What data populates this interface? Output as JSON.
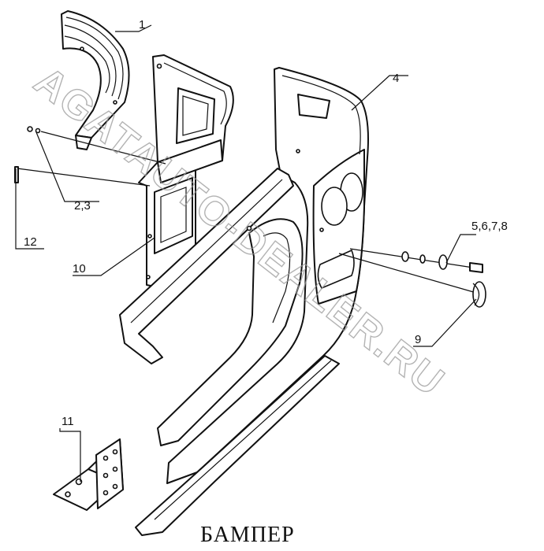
{
  "title": "БАМПЕР",
  "watermark": "AGATAUTO-DEALER.RU",
  "callouts": [
    {
      "id": "part-1",
      "label": "1"
    },
    {
      "id": "part-2-3",
      "label": "2,3"
    },
    {
      "id": "part-4",
      "label": "4"
    },
    {
      "id": "part-5-8",
      "label": "5,6,7,8"
    },
    {
      "id": "part-9",
      "label": "9"
    },
    {
      "id": "part-10",
      "label": "10"
    },
    {
      "id": "part-11",
      "label": "11"
    },
    {
      "id": "part-12",
      "label": "12"
    }
  ],
  "colors": {
    "line": "#111111",
    "background": "#ffffff",
    "watermark": "#9a9a9a"
  }
}
